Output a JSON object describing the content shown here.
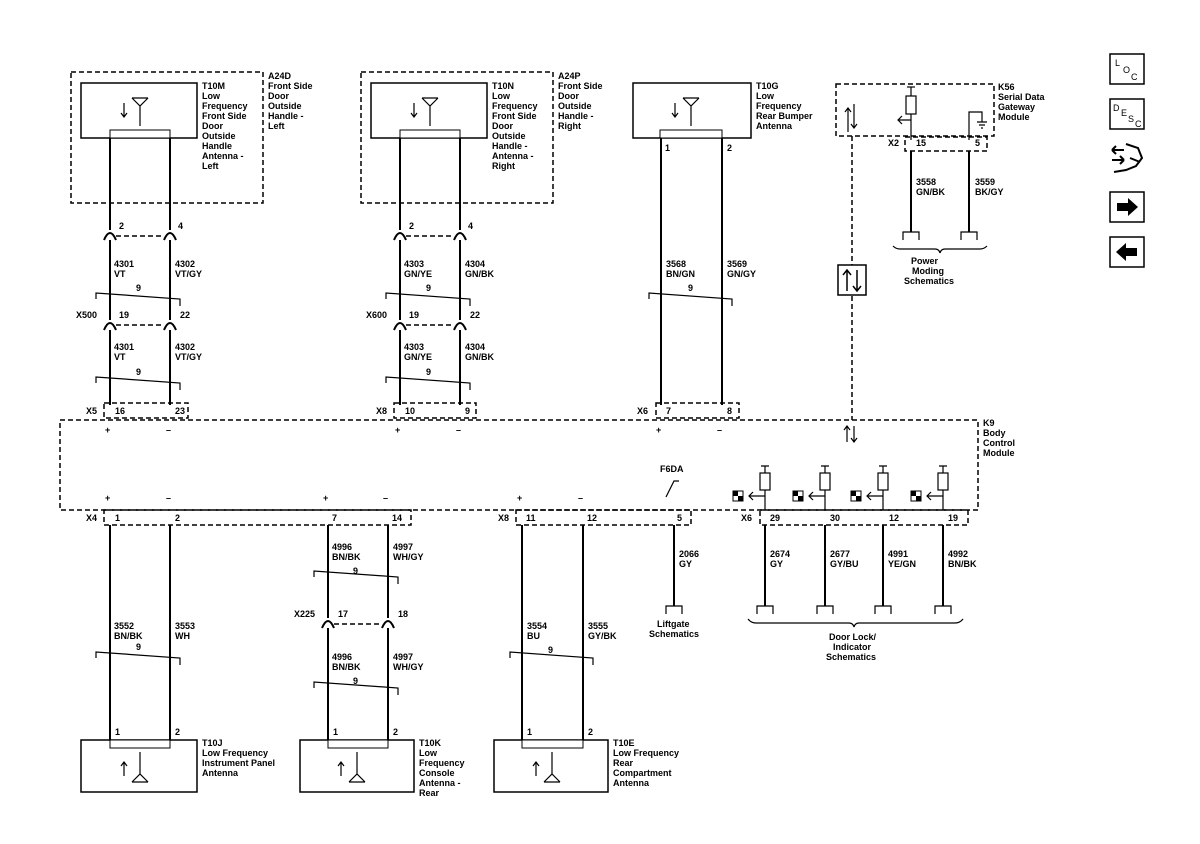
{
  "nav": {
    "loc": [
      "L",
      "O",
      "C"
    ],
    "desc": [
      "D",
      "E",
      "S",
      "C"
    ]
  },
  "components": {
    "a24d": {
      "ref": "A24D",
      "lines": [
        "Front Side",
        "Door",
        "Outside",
        "Handle -",
        "Left"
      ]
    },
    "t10m": {
      "ref": "T10M",
      "lines": [
        "Low",
        "Frequency",
        "Front Side",
        "Door",
        "Outside",
        "Handle",
        "Antenna -",
        "Left"
      ]
    },
    "a24p": {
      "ref": "A24P",
      "lines": [
        "Front Side",
        "Door",
        "Outside",
        "Handle -",
        "Right"
      ]
    },
    "t10n": {
      "ref": "T10N",
      "lines": [
        "Low",
        "Frequency",
        "Front Side",
        "Door",
        "Outside",
        "Handle -",
        "Antenna -",
        "Right"
      ]
    },
    "t10g": {
      "ref": "T10G",
      "lines": [
        "Low",
        "Frequency",
        "Rear Bumper",
        "Antenna"
      ]
    },
    "k56": {
      "ref": "K56",
      "lines": [
        "Serial Data",
        "Gateway",
        "Module"
      ]
    },
    "k9": {
      "ref": "K9",
      "lines": [
        "Body",
        "Control",
        "Module"
      ]
    },
    "t10j": {
      "ref": "T10J",
      "lines": [
        "Low Frequency",
        "Instrument Panel",
        "Antenna"
      ]
    },
    "t10k": {
      "ref": "T10K",
      "lines": [
        "Low",
        "Frequency",
        "Console",
        "Antenna -",
        "Rear"
      ]
    },
    "t10e": {
      "ref": "T10E",
      "lines": [
        "Low Frequency",
        "Rear",
        "Compartment",
        "Antenna"
      ]
    }
  },
  "connectors": {
    "x500": "X500",
    "x600": "X600",
    "x5": "X5",
    "x8a": "X8",
    "x6a": "X6",
    "x2": "X2",
    "x4": "X4",
    "x8b": "X8",
    "x6b": "X6",
    "x225": "X225",
    "f6da": "F6DA"
  },
  "pins": {
    "t10m": [
      "2",
      "4"
    ],
    "x500": [
      "19",
      "22"
    ],
    "x5": [
      "16",
      "23"
    ],
    "t10n": [
      "2",
      "4"
    ],
    "x600": [
      "19",
      "22"
    ],
    "x8a": [
      "10",
      "9"
    ],
    "t10g": [
      "1",
      "2"
    ],
    "x6a": [
      "7",
      "8"
    ],
    "x2": [
      "15",
      "5"
    ],
    "x4": [
      "1",
      "2"
    ],
    "x8b1": [
      "7",
      "14"
    ],
    "x225": [
      "17",
      "18"
    ],
    "x8b2": [
      "11",
      "12"
    ],
    "f6da": "5",
    "x6b": [
      "29",
      "30",
      "12",
      "19"
    ],
    "t10j": [
      "1",
      "2"
    ],
    "t10k": [
      "1",
      "2"
    ],
    "t10e": [
      "1",
      "2"
    ]
  },
  "wires": {
    "w4301a": [
      "4301",
      "VT"
    ],
    "w4302a": [
      "4302",
      "VT/GY"
    ],
    "w4301b": [
      "4301",
      "VT"
    ],
    "w4302b": [
      "4302",
      "VT/GY"
    ],
    "w4303a": [
      "4303",
      "GN/YE"
    ],
    "w4304a": [
      "4304",
      "GN/BK"
    ],
    "w4303b": [
      "4303",
      "GN/YE"
    ],
    "w4304b": [
      "4304",
      "GN/BK"
    ],
    "w3568": [
      "3568",
      "BN/GN"
    ],
    "w3569": [
      "3569",
      "GN/GY"
    ],
    "w3558": [
      "3558",
      "GN/BK"
    ],
    "w3559": [
      "3559",
      "BK/GY"
    ],
    "w3552": [
      "3552",
      "BN/BK"
    ],
    "w3553": [
      "3553",
      "WH"
    ],
    "w4996a": [
      "4996",
      "BN/BK"
    ],
    "w4997a": [
      "4997",
      "WH/GY"
    ],
    "w4996b": [
      "4996",
      "BN/BK"
    ],
    "w4997b": [
      "4997",
      "WH/GY"
    ],
    "w3554": [
      "3554",
      "BU"
    ],
    "w3555": [
      "3555",
      "GY/BK"
    ],
    "w2066": [
      "2066",
      "GY"
    ],
    "w2674": [
      "2674",
      "GY"
    ],
    "w2677": [
      "2677",
      "GY/BU"
    ],
    "w4991": [
      "4991",
      "YE/GN"
    ],
    "w4992": [
      "4992",
      "BN/BK"
    ]
  },
  "twist": "9",
  "polarity": {
    "plus": "+",
    "minus": "–"
  },
  "refs": {
    "power": [
      "Power",
      "Moding",
      "Schematics"
    ],
    "liftgate": [
      "Liftgate",
      "Schematics"
    ],
    "doorlock": [
      "Door Lock/",
      "Indicator",
      "Schematics"
    ]
  }
}
